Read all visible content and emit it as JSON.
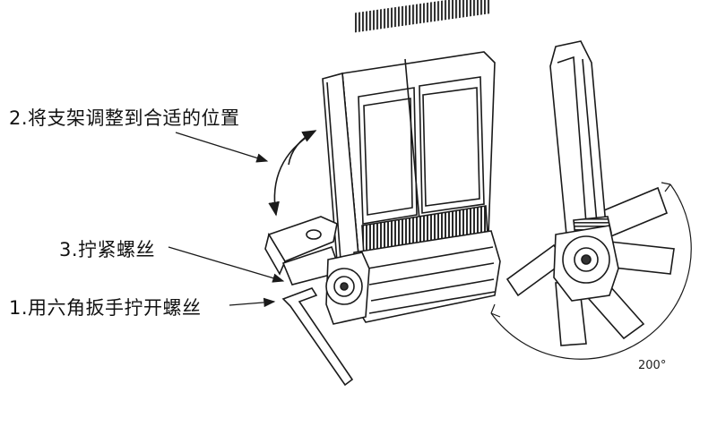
{
  "labels": {
    "step2": "2.将支架调整到合适的位置",
    "step3": "3.拧紧螺丝",
    "step1": "1.用六角扳手拧开螺丝"
  },
  "angle_label": "200°",
  "colors": {
    "line": "#1a1a1a",
    "fill_light": "#ffffff",
    "fill_gray": "#cfcfcf",
    "fill_dark": "#333333"
  }
}
